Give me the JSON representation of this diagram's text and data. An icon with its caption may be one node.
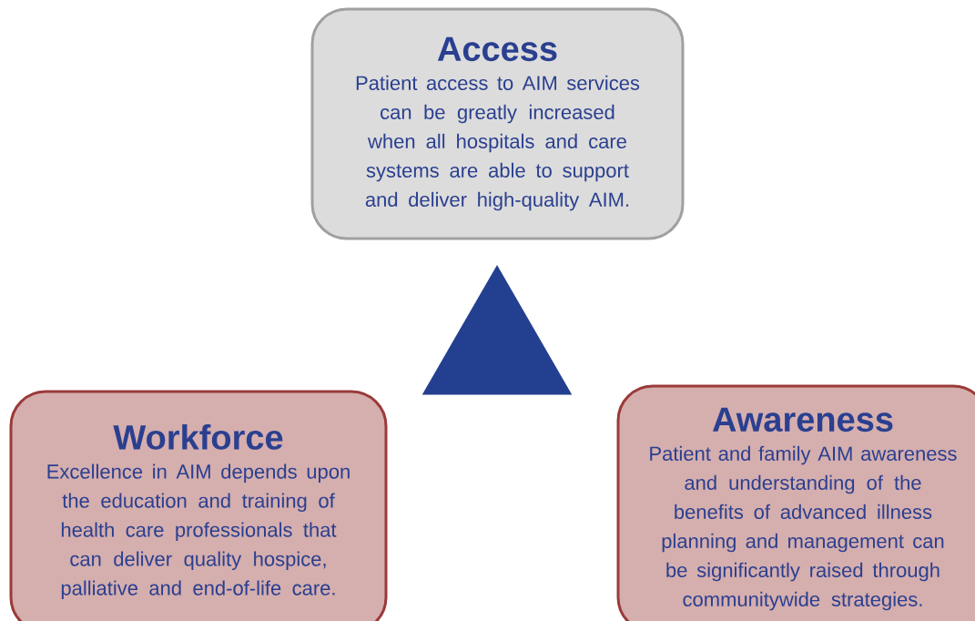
{
  "diagram": {
    "nodes": [
      {
        "text": [
          "Access",
          "Patient access to AIM services can be greatly increased when all hospitals and care systems are able to support and deliver high-quality AIM."
        ]
      },
      {
        "text": [],
        "shape": "triangle"
      },
      {
        "text": [
          "Workforce",
          "Excellence in AIM depends upon the education and training of health care professionals that can deliver quality hospice, palliative and end-of-life care."
        ]
      },
      {
        "text": [
          "Awareness",
          "Patient and family AIM awareness and understanding of the benefits of advanced illness planning and management can be significantly raised through communitywide strategies."
        ]
      }
    ]
  }
}
